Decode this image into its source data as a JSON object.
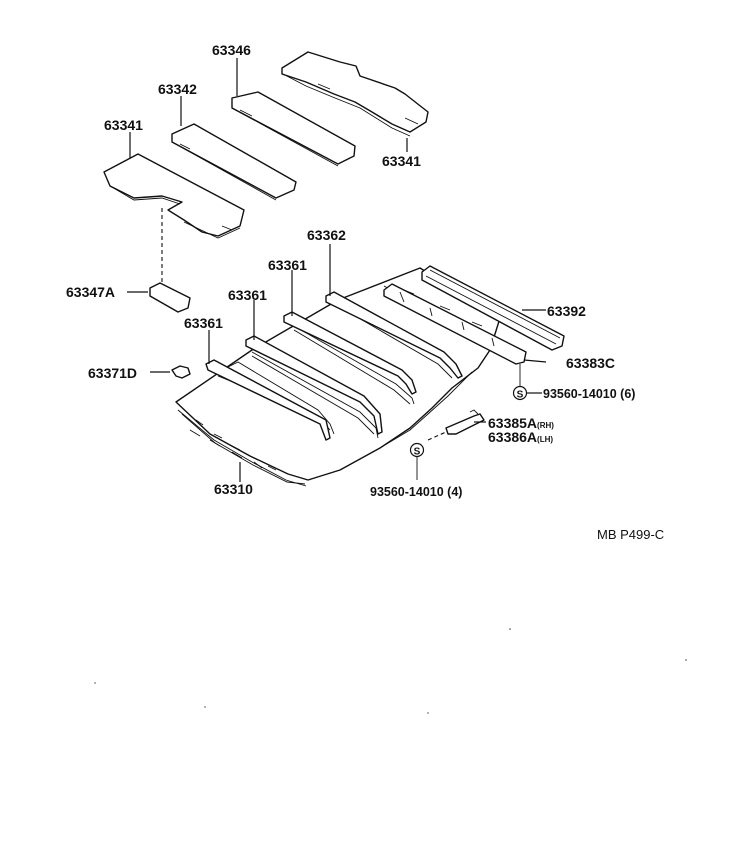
{
  "labels": {
    "p63346": "63346",
    "p63342": "63342",
    "p63341_left": "63341",
    "p63341_right": "63341",
    "p63362": "63362",
    "p63361_a": "63361",
    "p63361_b": "63361",
    "p63361_c": "63361",
    "p63347a": "63347A",
    "p63392": "63392",
    "p63383c": "63383C",
    "p63371d": "63371D",
    "p93560_6": "93560-14010 (6)",
    "p63385a": "63385A",
    "p63385a_side": "(RH)",
    "p63386a": "63386A",
    "p63386a_side": "(LH)",
    "p93560_4": "93560-14010 (4)",
    "p63310": "63310"
  },
  "symbols": {
    "screw_marker": "S"
  },
  "reference": "MB  P499-C"
}
